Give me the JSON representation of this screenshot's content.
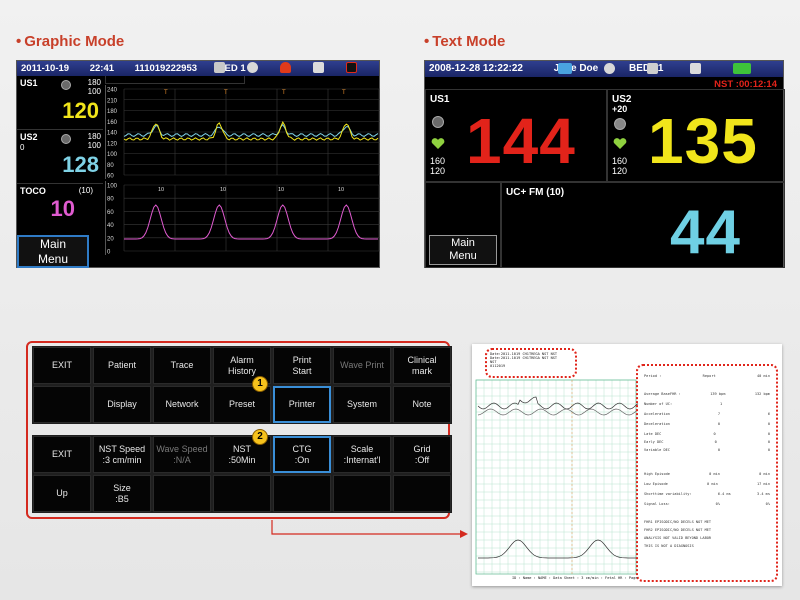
{
  "sections": {
    "graphic_title": "Graphic Mode",
    "text_title": "Text Mode"
  },
  "graphic_mode": {
    "date": "2011-10-19",
    "time": "22:41",
    "patient_id": "111019222953",
    "bed": "BED 1",
    "us1": {
      "label": "US1",
      "hi": "180",
      "lo": "100",
      "value": "120",
      "color": "#f1e51b"
    },
    "us2": {
      "label": "US2",
      "offset": "0",
      "hi": "180",
      "lo": "100",
      "value": "128",
      "color": "#7fd2e6"
    },
    "toco": {
      "label": "TOCO",
      "range": "(10)",
      "value": "10",
      "color": "#e05bd0"
    },
    "menu": {
      "line1": "Main",
      "line2": "Menu"
    },
    "fhr_axis": [
      "240",
      "210",
      "180",
      "160",
      "140",
      "120",
      "100",
      "80",
      "60"
    ],
    "uc_axis": [
      "100",
      "80",
      "60",
      "40",
      "20",
      "0"
    ],
    "uc_marks": [
      "10",
      "10",
      "10",
      "10"
    ]
  },
  "text_mode": {
    "datetime": "2008-12-28 12:22:22",
    "patient": "Jane Doe",
    "bed": "BED 11",
    "nst": "NST :00:12:14",
    "us1": {
      "label": "US1",
      "value": "144",
      "hi": "160",
      "lo": "120",
      "color": "#e2231a"
    },
    "us2": {
      "label": "US2",
      "offset": "+20",
      "value": "135",
      "hi": "160",
      "lo": "120",
      "color": "#f1e51b"
    },
    "uc": {
      "label": "UC+ FM (10)",
      "value": "44",
      "color": "#6fd0e4"
    },
    "menu": {
      "line1": "Main",
      "line2": "Menu"
    }
  },
  "menu_grid_1": {
    "badge": "1",
    "cells": [
      [
        "EXIT",
        "Patient",
        "Trace",
        "Alarm\nHistory",
        "Print\nStart",
        "Wave Print",
        "Clinical\nmark"
      ],
      [
        "",
        "Display",
        "Network",
        "Preset",
        "Printer",
        "System",
        "Note"
      ]
    ],
    "dim": [
      "Wave Print"
    ],
    "selected": "Printer"
  },
  "menu_grid_2": {
    "badge": "2",
    "cells": [
      [
        "EXIT",
        "NST Speed\n:3 cm/min",
        "Wave Speed\n:N/A",
        "NST\n:50Min",
        "CTG\n:On",
        "Scale\n:Internat'l",
        "Grid\n:Off"
      ],
      [
        "Up",
        "Size\n:B5",
        "",
        "",
        "",
        "",
        ""
      ]
    ],
    "dim": [
      "Wave Speed\n:N/A"
    ],
    "selected": "CTG\n:On"
  },
  "colors": {
    "accent_red": "#d42a1f",
    "title_red": "#c8402a",
    "select_blue": "#3a8fd8",
    "badge_yellow": "#f6c21c"
  }
}
